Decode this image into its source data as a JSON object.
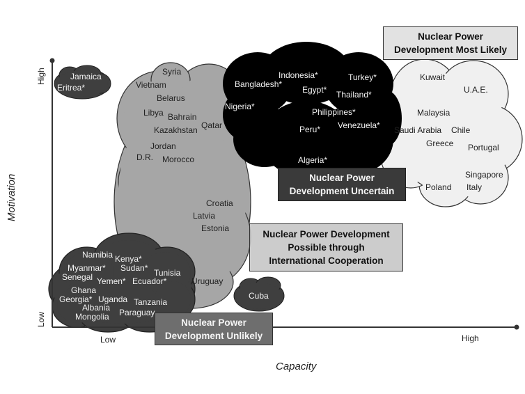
{
  "axes": {
    "x_title": "Capacity",
    "y_title": "Motivation",
    "x_low": "Low",
    "x_high": "High",
    "y_low": "Low",
    "y_high": "High"
  },
  "colors": {
    "unlikely": "#3f3f3f",
    "possible": "#a6a6a6",
    "uncertain": "#000000",
    "most_likely": "#f0f0f0"
  },
  "categories": {
    "most_likely": {
      "line1": "Nuclear Power",
      "line2": "Development Most Likely"
    },
    "uncertain": {
      "line1": "Nuclear Power",
      "line2": "Development Uncertain"
    },
    "possible": {
      "line1": "Nuclear Power Development",
      "line2": "Possible through",
      "line3": "International Cooperation"
    },
    "unlikely": {
      "line1": "Nuclear Power",
      "line2": "Development Unlikely"
    }
  },
  "clusters": {
    "jamaica_group": [
      "Jamaica",
      "Eritrea*"
    ],
    "possible_group": [
      "Syria",
      "Vietnam",
      "Belarus",
      "Libya",
      "Bahrain",
      "Kazakhstan",
      "Qatar",
      "Jordan",
      "D.R.",
      "Morocco",
      "Croatia",
      "Latvia",
      "Estonia",
      "Uruguay"
    ],
    "uncertain_group": [
      "Indonesia*",
      "Bangladesh*",
      "Turkey*",
      "Egypt*",
      "Thailand*",
      "Nigeria*",
      "Philippines*",
      "Venezuela*",
      "Peru*",
      "Algeria*"
    ],
    "likely_group": [
      "Kuwait",
      "U.A.E.",
      "Malaysia",
      "Saudi Arabia",
      "Chile",
      "Greece",
      "Portugal",
      "Singapore",
      "Poland",
      "Italy"
    ],
    "unlikely_group": [
      "Namibia",
      "Kenya*",
      "Myanmar*",
      "Sudan*",
      "Tunisia",
      "Senegal",
      "Yemen*",
      "Ecuador*",
      "Ghana",
      "Georgia*",
      "Uganda",
      "Tanzania",
      "Albania",
      "Paraguay",
      "Mongolia"
    ],
    "cuba_group": [
      "Cuba"
    ]
  }
}
